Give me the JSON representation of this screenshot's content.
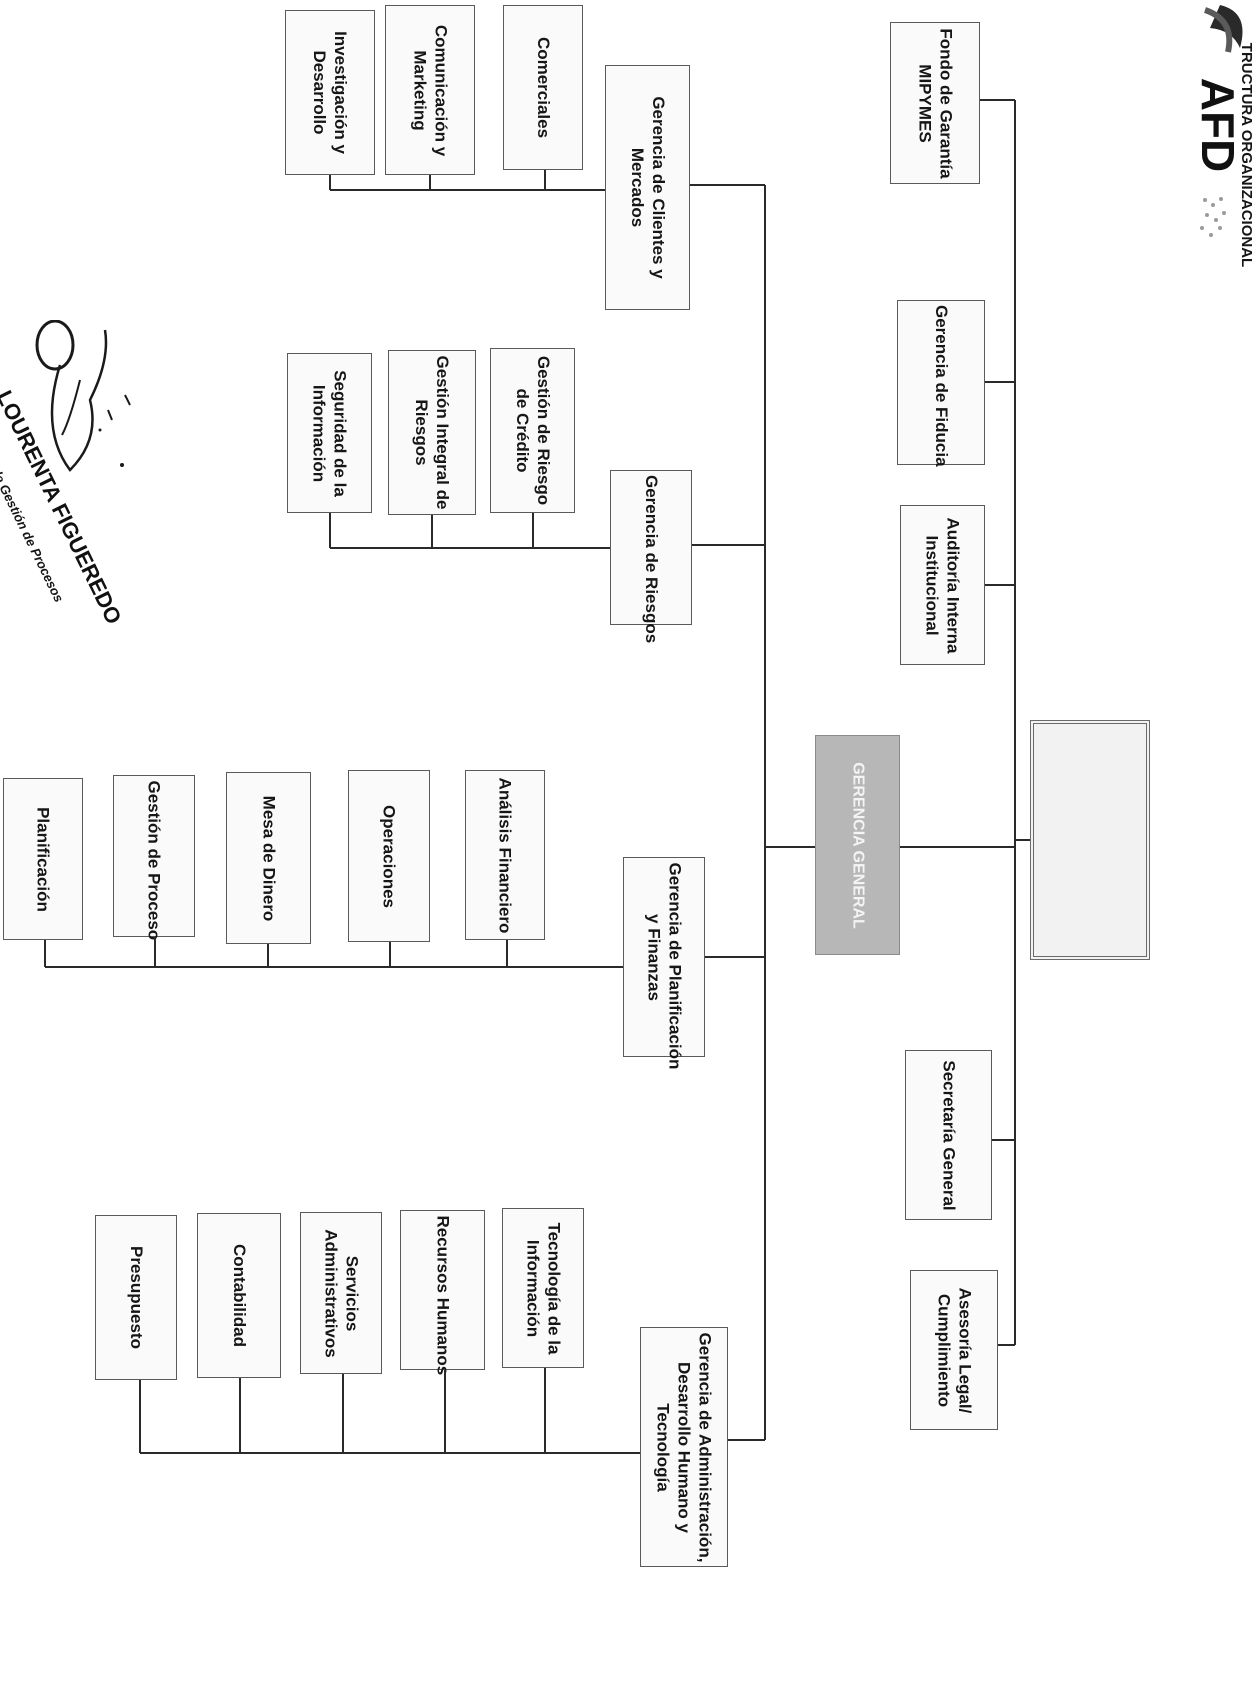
{
  "header": {
    "title": "TRUCTURA ORGANIZACIONAL",
    "logo": "AFD"
  },
  "top_units": {
    "board": "",
    "fondo": "Fondo de Garantía\nMIPYMES",
    "fiducia": "Gerencia de Fiducia",
    "auditoria": "Auditoría Interna\nInstitucional",
    "secretaria": "Secretaría General",
    "asesoria": "Asesoría Legal/\nCumplimiento"
  },
  "general": {
    "label": "GERENCIA GENERAL"
  },
  "departments": {
    "clientes": {
      "label": "Gerencia de Clientes y\nMercados",
      "units": [
        "Comerciales",
        "Comunicación y\nMarketing",
        "Investigación y\nDesarrollo"
      ]
    },
    "riesgos": {
      "label": "Gerencia de Riesgos",
      "units": [
        "Gestión de Riesgo\nde Crédito",
        "Gestión Integral de\nRiesgos",
        "Seguridad de la\nInformación"
      ]
    },
    "planificacion": {
      "label": "Gerencia de Planificación\ny Finanzas",
      "units": [
        "Análisis Financiero",
        "Operaciones",
        "Mesa de Dinero",
        "Gestión de Proceso",
        "Planificación"
      ]
    },
    "administracion": {
      "label": "Gerencia de Administración,\nDesarrollo Humano y\nTecnología",
      "units": [
        "Tecnología de la\nInformación",
        "Recursos Humanos",
        "Servicios\nAdministrativos",
        "Contabilidad",
        "Presupuesto"
      ]
    }
  },
  "signature": {
    "name": "LOURENTA FIGUEREDO",
    "role": "de Gestión de Procesos"
  }
}
